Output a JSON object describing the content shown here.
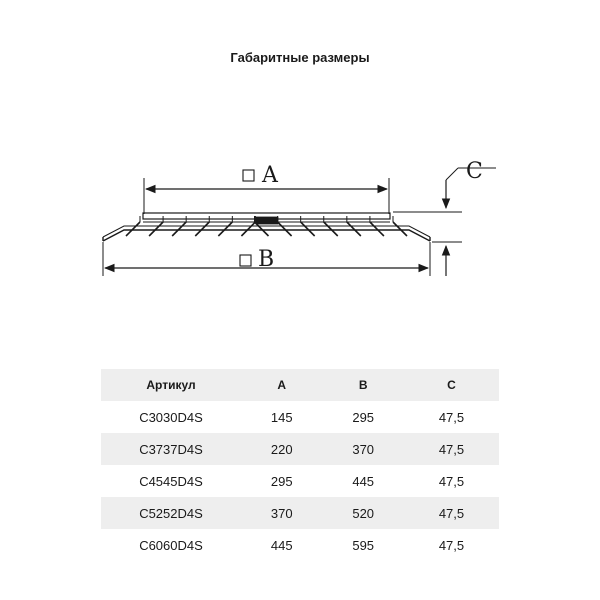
{
  "title": "Габаритные размеры",
  "diagram": {
    "labels": {
      "a": "A",
      "b": "B",
      "c": "C"
    }
  },
  "table": {
    "headers": [
      "Артикул",
      "A",
      "B",
      "C"
    ],
    "rows": [
      [
        "С3030D4S",
        "145",
        "295",
        "47,5"
      ],
      [
        "С3737D4S",
        "220",
        "370",
        "47,5"
      ],
      [
        "С4545D4S",
        "295",
        "445",
        "47,5"
      ],
      [
        "С5252D4S",
        "370",
        "520",
        "47,5"
      ],
      [
        "С6060D4S",
        "445",
        "595",
        "47,5"
      ]
    ]
  }
}
